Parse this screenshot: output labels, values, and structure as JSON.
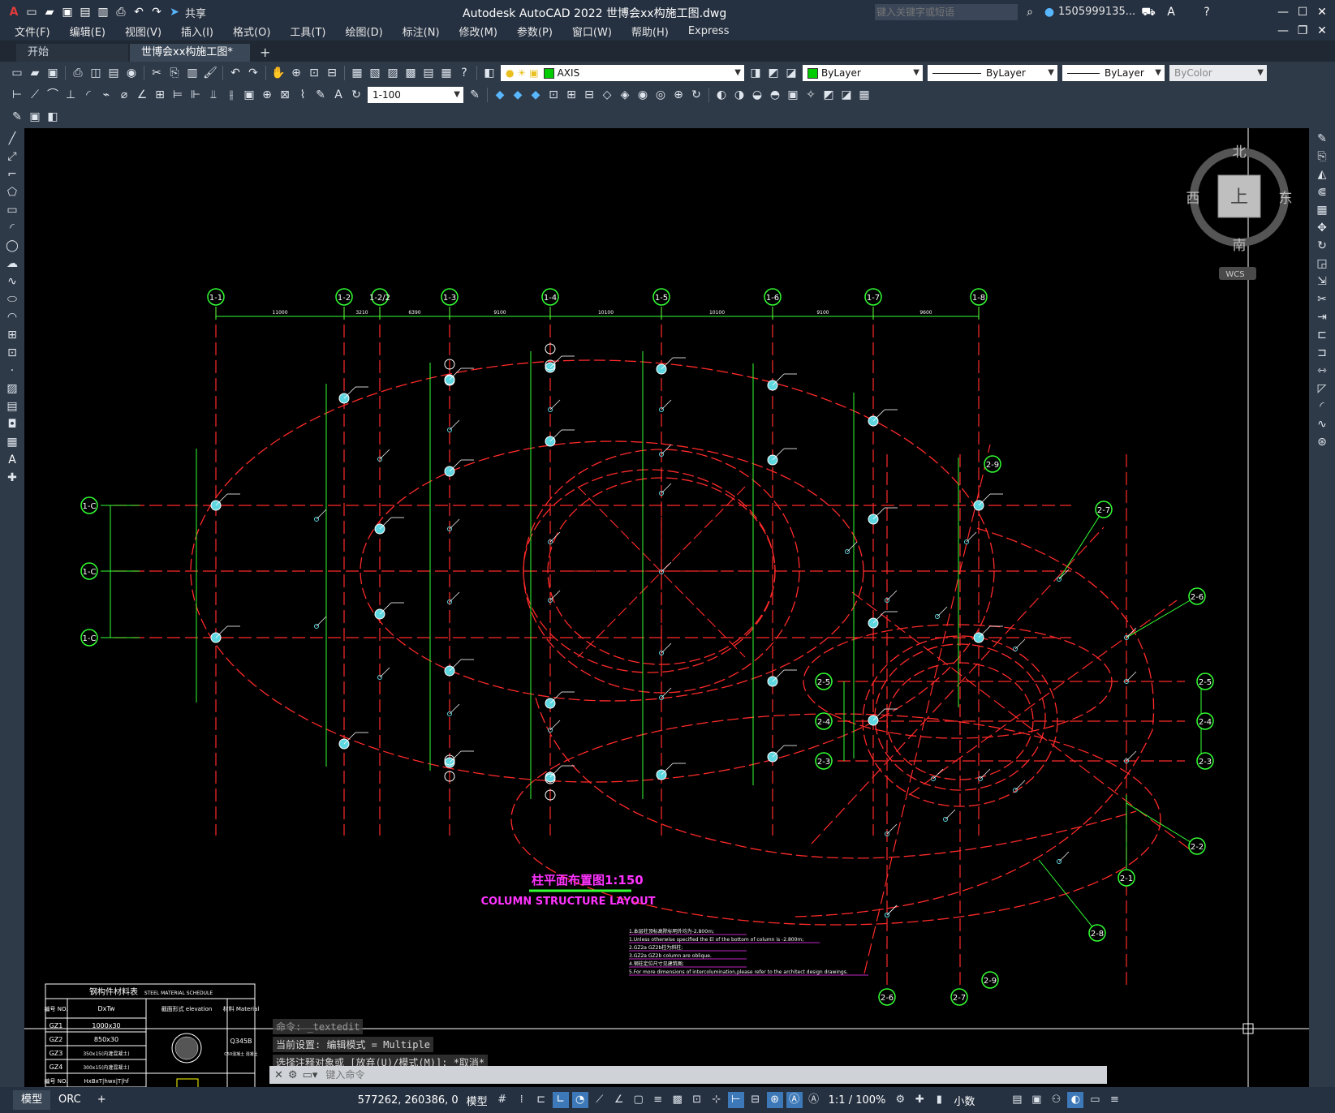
{
  "app": {
    "title": "Autodesk AutoCAD 2022    世博会xx构施工图.dwg",
    "share_label": "共享",
    "search_placeholder": "键入关键字或短语",
    "user_name": "1505999135..."
  },
  "menu": [
    "文件(F)",
    "编辑(E)",
    "视图(V)",
    "插入(I)",
    "格式(O)",
    "工具(T)",
    "绘图(D)",
    "标注(N)",
    "修改(M)",
    "参数(P)",
    "窗口(W)",
    "帮助(H)",
    "Express"
  ],
  "tabs": [
    {
      "label": "开始"
    },
    {
      "label": "世博会xx构施工图*"
    }
  ],
  "toolbar": {
    "layer_name": "AXIS",
    "layer_color": "#00cc00",
    "color_value": "ByLayer",
    "linetype_value": "ByLayer",
    "lineweight_value": "ByLayer",
    "plotstyle_value": "ByColor",
    "scale_value": "1-100"
  },
  "viewcube": {
    "north": "北",
    "south": "南",
    "east": "东",
    "west": "西",
    "top": "上",
    "ucs": "WCS"
  },
  "grid_x": [
    "1-1",
    "1-2",
    "1-2/2",
    "1-3",
    "1-4",
    "1-5",
    "1-6",
    "1-7",
    "1-8"
  ],
  "grid_y": [
    "1-C",
    "1-C",
    "1-C"
  ],
  "grid_dims": [
    "11000",
    "3210",
    "6390",
    "9100",
    "10100",
    "10100",
    "9100",
    "9600"
  ],
  "grid_2": [
    "2-9",
    "2-7",
    "2-6",
    "2-5",
    "2-4",
    "2-3",
    "2-2",
    "2-1",
    "2-8"
  ],
  "drawing": {
    "title_cn": "柱平面布置图",
    "title_scale": "1:150",
    "title_en": "COLUMN STRUCTURE LAYOUT"
  },
  "notes": [
    "1.本层柱顶标高除标明外均为-2.800m;",
    "1.Unless otherwise specified the El of the bottom of column is -2.800m;",
    "2.GZ2a GZ2b柱为斜柱;",
    "3.GZ2a GZ2b column are oblique.",
    "4.钢柱定位尺寸见建筑图;",
    "5.For more dimensions of intercolumination,please refer to the architect design drawings."
  ],
  "schedule": {
    "title_cn": "钢构件材料表",
    "title_en": "STEEL MATERIAL SCHEDULE",
    "headers": [
      "编号 NO.",
      "DxTw",
      "截面形式 elevation",
      "材料 Material"
    ],
    "rows": [
      [
        "GZ1",
        "1000x30",
        "",
        "Q345B"
      ],
      [
        "GZ2",
        "850x30",
        "",
        ""
      ],
      [
        "GZ3",
        "350x15(内灌混凝土)",
        "",
        "C50混凝土 混凝土"
      ],
      [
        "GZ4",
        "300x15(内灌混凝土)",
        "",
        ""
      ],
      [
        "编号 NO.",
        "HxBxT|hwx|T|hf",
        "",
        ""
      ]
    ]
  },
  "command": {
    "history": [
      "命令: _textedit",
      "当前设置: 编辑模式 = Multiple",
      "选择注释对象或 [放弃(U)/模式(M)]: *取消*"
    ],
    "placeholder": "键入命令"
  },
  "status": {
    "layout_tabs": [
      "模型",
      "ORC"
    ],
    "coords": "577262, 260386, 0",
    "model_label": "模型",
    "annotation_scale": "1:1 / 100%",
    "units": "小数"
  },
  "colors": {
    "axis_red": "#ff2a2a",
    "grid_green": "#33ff33",
    "column_cyan": "#5fd7e0",
    "magenta": "#ff33ff",
    "ui_bg": "#2b3340"
  }
}
